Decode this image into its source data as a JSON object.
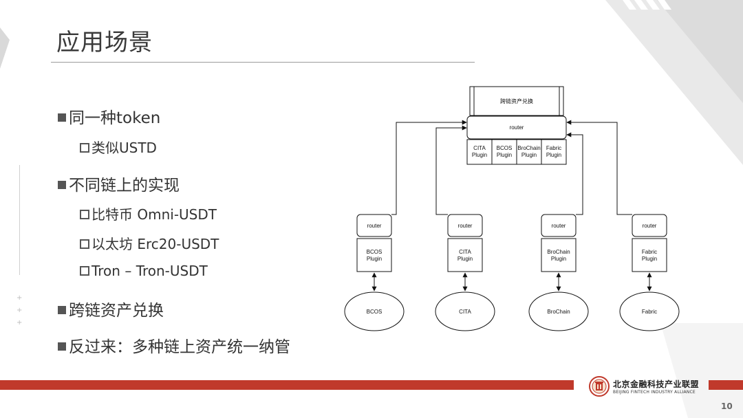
{
  "slide": {
    "title": "应用场景",
    "page_number": "10"
  },
  "bullets": [
    {
      "level": 1,
      "text": "同一种token"
    },
    {
      "level": 2,
      "text": "类似USTD"
    },
    {
      "level": 1,
      "text": "不同链上的实现"
    },
    {
      "level": 2,
      "text": "比特币 Omni-USDT"
    },
    {
      "level": 2,
      "text": "以太坊 Erc20-USDT"
    },
    {
      "level": 2,
      "text": "Tron – Tron-USDT"
    },
    {
      "level": 1,
      "text": "跨链资产兑换"
    },
    {
      "level": 1,
      "text": "反过来：多种链上资产统一纳管"
    }
  ],
  "diagram": {
    "hub": {
      "title": "跨链资产兑换",
      "router": "router",
      "plugins": [
        {
          "line1": "CITA",
          "line2": "Plugin"
        },
        {
          "line1": "BCOS",
          "line2": "Plugin"
        },
        {
          "line1": "BroChain",
          "line2": "Plugin"
        },
        {
          "line1": "Fabric",
          "line2": "Plugin"
        }
      ]
    },
    "nodes": [
      {
        "router": "router",
        "plugin_line1": "BCOS",
        "plugin_line2": "Plugin",
        "chain": "BCOS"
      },
      {
        "router": "router",
        "plugin_line1": "CITA",
        "plugin_line2": "Plugin",
        "chain": "CITA"
      },
      {
        "router": "router",
        "plugin_line1": "BroChain",
        "plugin_line2": "Plugin",
        "chain": "BroChain"
      },
      {
        "router": "router",
        "plugin_line1": "Fabric",
        "plugin_line2": "Plugin",
        "chain": "Fabric"
      }
    ]
  },
  "footer": {
    "org_cn": "北京金融科技产业联盟",
    "org_en": "BEIJING FINTECH INDUSTRY ALLIANCE",
    "accent": "#c0392b"
  }
}
